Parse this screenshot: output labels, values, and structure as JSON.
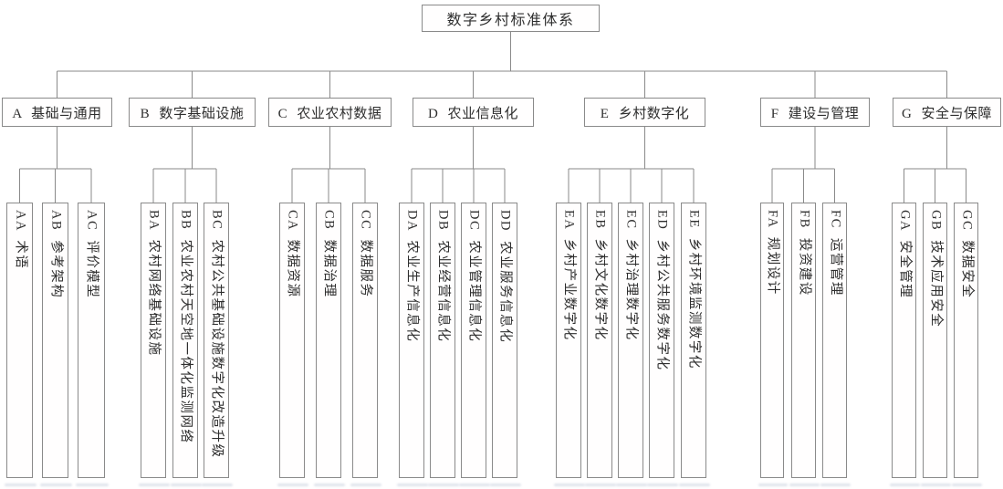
{
  "root": {
    "label": "数字乡村标准体系"
  },
  "groups": [
    {
      "code": "A",
      "label": "A 基础与通用",
      "children": [
        "AA 术语",
        "AB 参考架构",
        "AC 评价模型"
      ]
    },
    {
      "code": "B",
      "label": "B 数字基础设施",
      "children": [
        "BA 农村网络基础设施",
        "BB 农业农村天空地一体化监测网络",
        "BC 农村公共基础设施数字化改造升级"
      ]
    },
    {
      "code": "C",
      "label": "C 农业农村数据",
      "children": [
        "CA 数据资源",
        "CB 数据治理",
        "CC 数据服务"
      ]
    },
    {
      "code": "D",
      "label": "D 农业信息化",
      "children": [
        "DA 农业生产信息化",
        "DB 农业经营信息化",
        "DC 农业管理信息化",
        "DD 农业服务信息化"
      ]
    },
    {
      "code": "E",
      "label": "E 乡村数字化",
      "children": [
        "EA 乡村产业数字化",
        "EB 乡村文化数字化",
        "EC 乡村治理数字化",
        "ED 乡村公共服务数字化",
        "EE 乡村环境监测数字化"
      ]
    },
    {
      "code": "F",
      "label": "F 建设与管理",
      "children": [
        "FA 规划设计",
        "FB 投资建设",
        "FC 运营管理"
      ]
    },
    {
      "code": "G",
      "label": "G 安全与保障",
      "children": [
        "GA 安全管理",
        "GB 技术应用安全",
        "GC 数据安全"
      ]
    }
  ],
  "colors": {
    "line": "#8a8a8a",
    "border": "#8a8a8a",
    "text": "#2e2e2e",
    "background": "#ffffff",
    "artifact": "#b9c3d4"
  }
}
